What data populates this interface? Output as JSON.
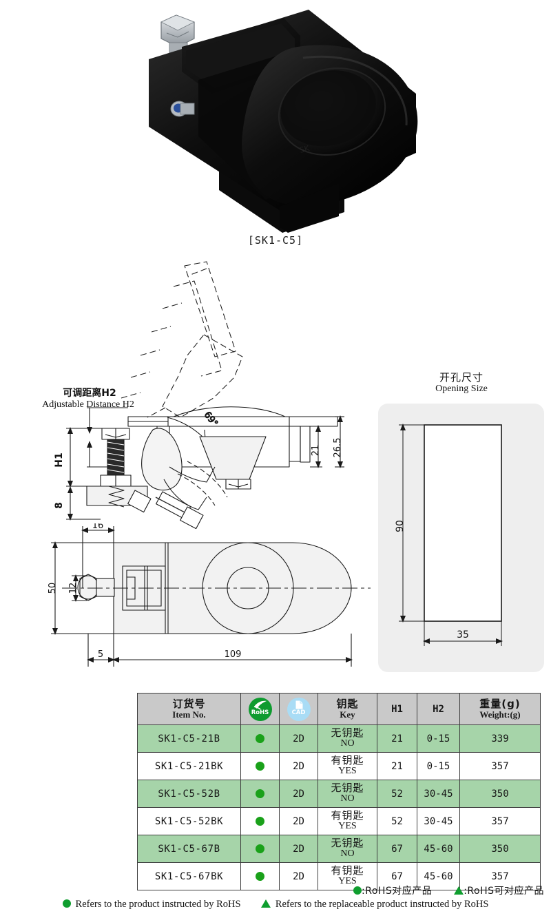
{
  "product": {
    "caption": "[SK1-C5]",
    "photo_alt": "black-compression-latch-photo"
  },
  "section_view": {
    "adjustable_label_cn": "可调距离H2",
    "adjustable_label_en": "Adjustable Distance H2",
    "dim_h1": "H1",
    "dim_8": "8",
    "dim_21": "21",
    "dim_26_5": "26.5",
    "angle": "69°"
  },
  "plan_view": {
    "dim_16": "16",
    "dim_50": "50",
    "dim_12": "12",
    "dim_5": "5",
    "dim_109": "109"
  },
  "opening": {
    "title_cn": "开孔尺寸",
    "title_en": "Opening Size",
    "dim_height": "90",
    "dim_width": "35"
  },
  "table": {
    "headers": [
      {
        "cn": "订货号",
        "en": "Item No."
      },
      {
        "icon": "rohs-icon",
        "label": "RoHS"
      },
      {
        "icon": "cad-icon",
        "label": "CAD"
      },
      {
        "cn": "钥匙",
        "en": "Key"
      },
      {
        "plain": "H1"
      },
      {
        "plain": "H2"
      },
      {
        "cn": "重量(g)",
        "en": "Weight:(g)"
      }
    ],
    "rows": [
      {
        "item": "SK1-C5-21B",
        "rohs": "●",
        "cad": "2D",
        "key_cn": "无钥匙",
        "key_en": "NO",
        "h1": "21",
        "h2": "0-15",
        "weight": "339",
        "shaded": true
      },
      {
        "item": "SK1-C5-21BK",
        "rohs": "●",
        "cad": "2D",
        "key_cn": "有钥匙",
        "key_en": "YES",
        "h1": "21",
        "h2": "0-15",
        "weight": "357",
        "shaded": false
      },
      {
        "item": "SK1-C5-52B",
        "rohs": "●",
        "cad": "2D",
        "key_cn": "无钥匙",
        "key_en": "NO",
        "h1": "52",
        "h2": "30-45",
        "weight": "350",
        "shaded": true
      },
      {
        "item": "SK1-C5-52BK",
        "rohs": "●",
        "cad": "2D",
        "key_cn": "有钥匙",
        "key_en": "YES",
        "h1": "52",
        "h2": "30-45",
        "weight": "357",
        "shaded": false
      },
      {
        "item": "SK1-C5-67B",
        "rohs": "●",
        "cad": "2D",
        "key_cn": "无钥匙",
        "key_en": "NO",
        "h1": "67",
        "h2": "45-60",
        "weight": "350",
        "shaded": true
      },
      {
        "item": "SK1-C5-67BK",
        "rohs": "●",
        "cad": "2D",
        "key_cn": "有钥匙",
        "key_en": "YES",
        "h1": "67",
        "h2": "45-60",
        "weight": "357",
        "shaded": false
      }
    ]
  },
  "footnotes": {
    "cn_dot": ":RoHS对应产品",
    "cn_tri": ":RoHS可对应产品",
    "en_dot": "Refers to the product instructed by RoHS",
    "en_tri": "Refers to the replaceable product instructed by RoHS"
  },
  "colors": {
    "row_shade": "#a6d4a9",
    "header_gray": "#c9c9c9",
    "rohs_green": "#0f9e2f",
    "cad_blue": "#a9dcf5",
    "panel_gray": "#eeeeee",
    "line": "#1a1a1a"
  }
}
